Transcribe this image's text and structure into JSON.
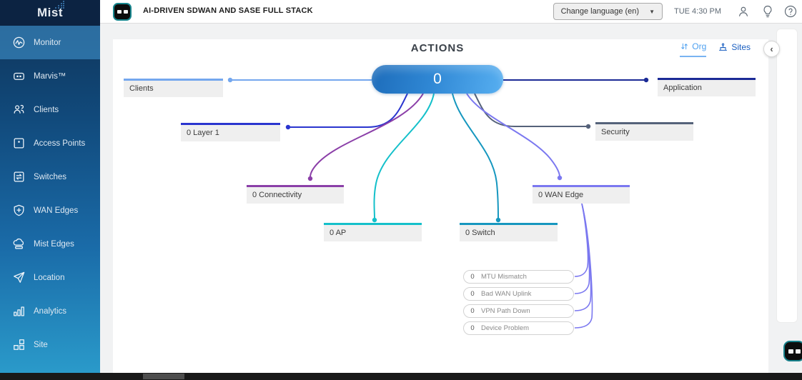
{
  "brand": {
    "name": "Mist"
  },
  "header": {
    "title": "AI-DRIVEN SDWAN AND SASE FULL STACK",
    "language_button": "Change language (en)",
    "time": "TUE 4:30 PM",
    "icons": [
      "marvis-logo-icon",
      "account-icon",
      "lightbulb-icon",
      "help-icon"
    ]
  },
  "sidebar": {
    "items": [
      {
        "label": "Monitor",
        "icon": "monitor-icon",
        "active": true
      },
      {
        "label": "Marvis™",
        "icon": "marvis-icon",
        "active": false
      },
      {
        "label": "Clients",
        "icon": "clients-icon",
        "active": false
      },
      {
        "label": "Access Points",
        "icon": "access-points-icon",
        "active": false
      },
      {
        "label": "Switches",
        "icon": "switches-icon",
        "active": false
      },
      {
        "label": "WAN Edges",
        "icon": "wan-edges-icon",
        "active": false
      },
      {
        "label": "Mist Edges",
        "icon": "mist-edges-icon",
        "active": false
      },
      {
        "label": "Location",
        "icon": "location-icon",
        "active": false
      },
      {
        "label": "Analytics",
        "icon": "analytics-icon",
        "active": false
      },
      {
        "label": "Site",
        "icon": "site-icon",
        "active": false
      }
    ]
  },
  "view_toggle": {
    "org": "Org",
    "sites": "Sites",
    "active": "Org"
  },
  "graph": {
    "title": "ACTIONS",
    "center": {
      "value": "0",
      "color_left": "#1d6cba",
      "color_right": "#57aff1"
    },
    "nodes": {
      "clients": {
        "label": "Clients",
        "color": "#74a7ee"
      },
      "application": {
        "label": "Application",
        "color": "#1b2a96"
      },
      "layer1": {
        "label": "0 Layer 1",
        "color": "#2a35cf"
      },
      "security": {
        "label": "Security",
        "color": "#55627a"
      },
      "connectivity": {
        "label": "0 Connectivity",
        "color": "#8b3fa8"
      },
      "ap": {
        "label": "0 AP",
        "color": "#14c0ca"
      },
      "switch": {
        "label": "0 Switch",
        "color": "#1697bf"
      },
      "wan_edge": {
        "label": "0 WAN Edge",
        "color": "#7b78f0"
      }
    },
    "sub_items": [
      {
        "count": "0",
        "label": "MTU Mismatch"
      },
      {
        "count": "0",
        "label": "Bad WAN Uplink"
      },
      {
        "count": "0",
        "label": "VPN Path Down"
      },
      {
        "count": "0",
        "label": "Device Problem"
      }
    ],
    "sub_link_color": "#7b78f0"
  },
  "right_panel": {
    "collapse_glyph": "‹"
  }
}
